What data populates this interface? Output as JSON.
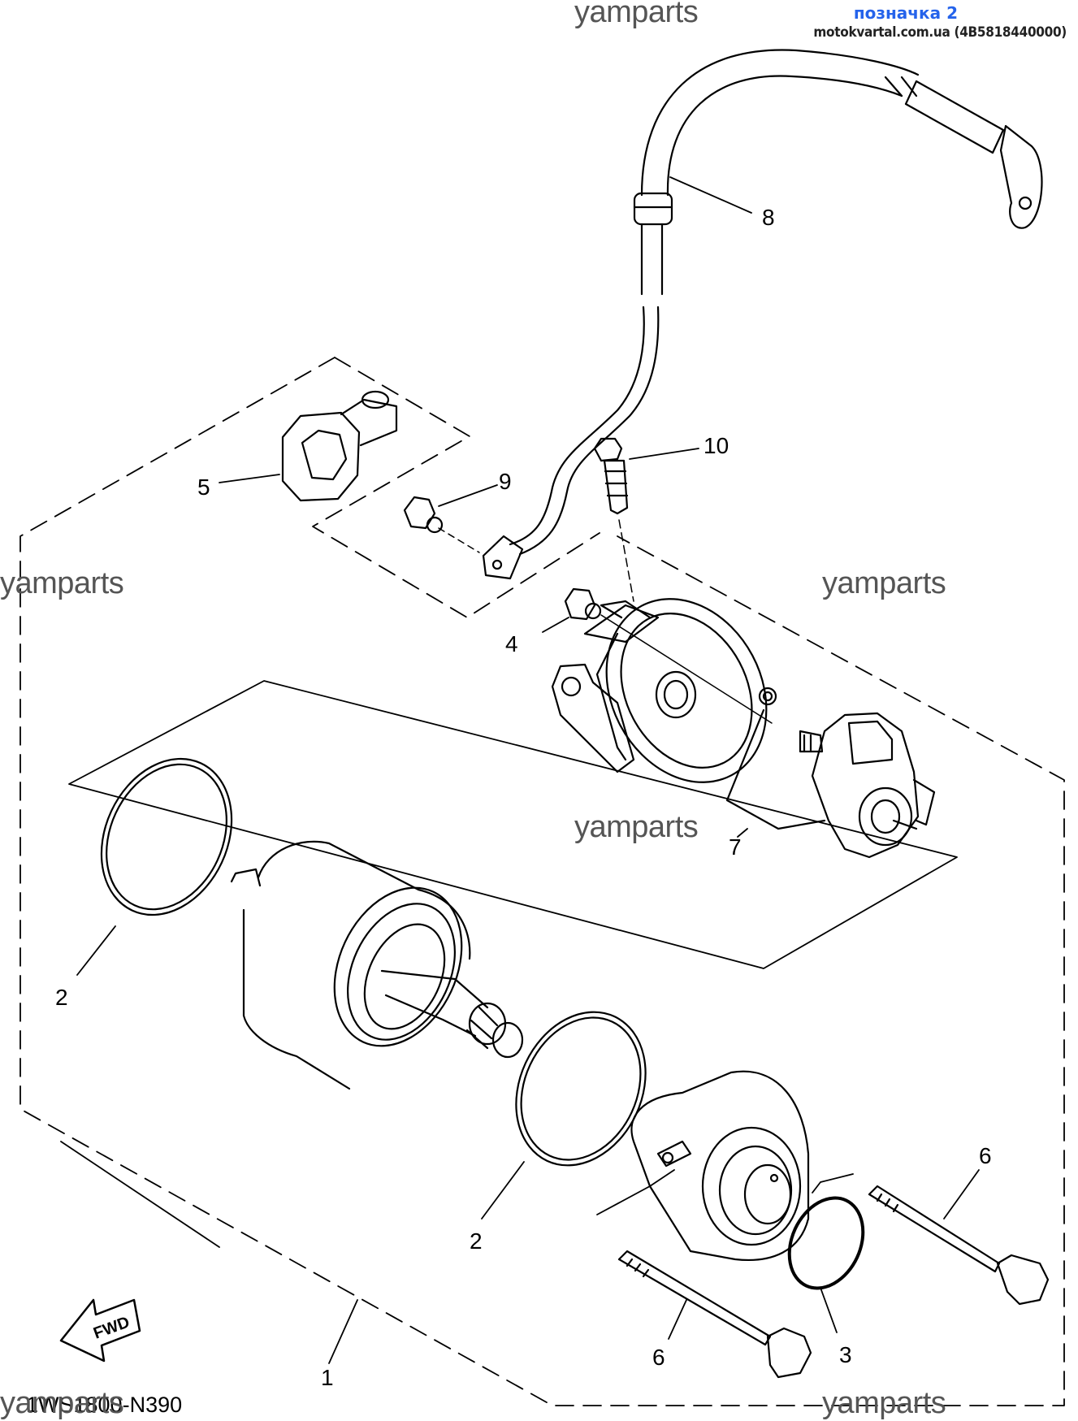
{
  "header": {
    "note": "позначка 2",
    "site": "motokvartal.com.ua (4B5818440000)"
  },
  "watermark": "yamparts",
  "diagram_code": "1WS1800-N390",
  "fwd_label": "FWD",
  "callouts": [
    "1",
    "2",
    "2",
    "3",
    "4",
    "5",
    "6",
    "6",
    "7",
    "8",
    "9",
    "10"
  ]
}
